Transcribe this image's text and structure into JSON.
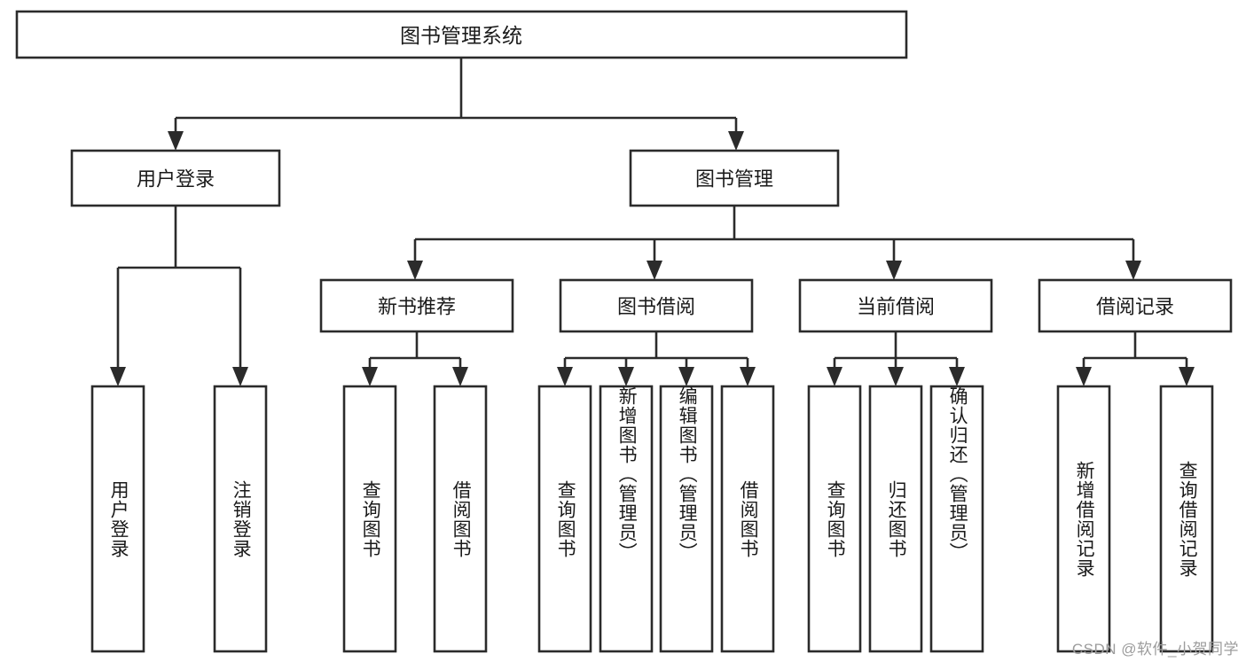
{
  "diagram": {
    "type": "tree-hierarchy",
    "title": "图书管理系统",
    "root": {
      "id": "root",
      "label": "图书管理系统"
    },
    "level2": [
      {
        "id": "user-login",
        "label": "用户登录"
      },
      {
        "id": "book-manage",
        "label": "图书管理"
      }
    ],
    "level3": [
      {
        "id": "new-book-rec",
        "label": "新书推荐",
        "parent": "book-manage"
      },
      {
        "id": "book-borrow",
        "label": "图书借阅",
        "parent": "book-manage"
      },
      {
        "id": "current-borrow",
        "label": "当前借阅",
        "parent": "book-manage"
      },
      {
        "id": "borrow-record",
        "label": "借阅记录",
        "parent": "book-manage"
      }
    ],
    "leaves": [
      {
        "id": "leaf-user-login",
        "label": "用户登录",
        "parent": "user-login"
      },
      {
        "id": "leaf-user-logout",
        "label": "注销登录",
        "parent": "user-login"
      },
      {
        "id": "leaf-rec-query",
        "label": "查询图书",
        "parent": "new-book-rec"
      },
      {
        "id": "leaf-rec-borrow",
        "label": "借阅图书",
        "parent": "new-book-rec"
      },
      {
        "id": "leaf-borrow-query",
        "label": "查询图书",
        "parent": "book-borrow"
      },
      {
        "id": "leaf-borrow-add",
        "label": "新增图书（管理员）",
        "parent": "book-borrow"
      },
      {
        "id": "leaf-borrow-edit",
        "label": "编辑图书（管理员）",
        "parent": "book-borrow"
      },
      {
        "id": "leaf-borrow-lend",
        "label": "借阅图书",
        "parent": "book-borrow"
      },
      {
        "id": "leaf-cur-query",
        "label": "查询图书",
        "parent": "current-borrow"
      },
      {
        "id": "leaf-cur-return",
        "label": "归还图书",
        "parent": "current-borrow"
      },
      {
        "id": "leaf-cur-confirm",
        "label": "确认归还（管理员）",
        "parent": "current-borrow"
      },
      {
        "id": "leaf-rec-add",
        "label": "新增借阅记录",
        "parent": "borrow-record"
      },
      {
        "id": "leaf-rec-search",
        "label": "查询借阅记录",
        "parent": "borrow-record"
      }
    ]
  },
  "watermark": {
    "text": "CSDN @软件_小贺同学"
  },
  "colors": {
    "background": "#ffffff",
    "box_fill": "#ffffff",
    "box_stroke": "#2b2b2b",
    "text": "#1a1a1a",
    "watermark": "#9c9c9c"
  }
}
